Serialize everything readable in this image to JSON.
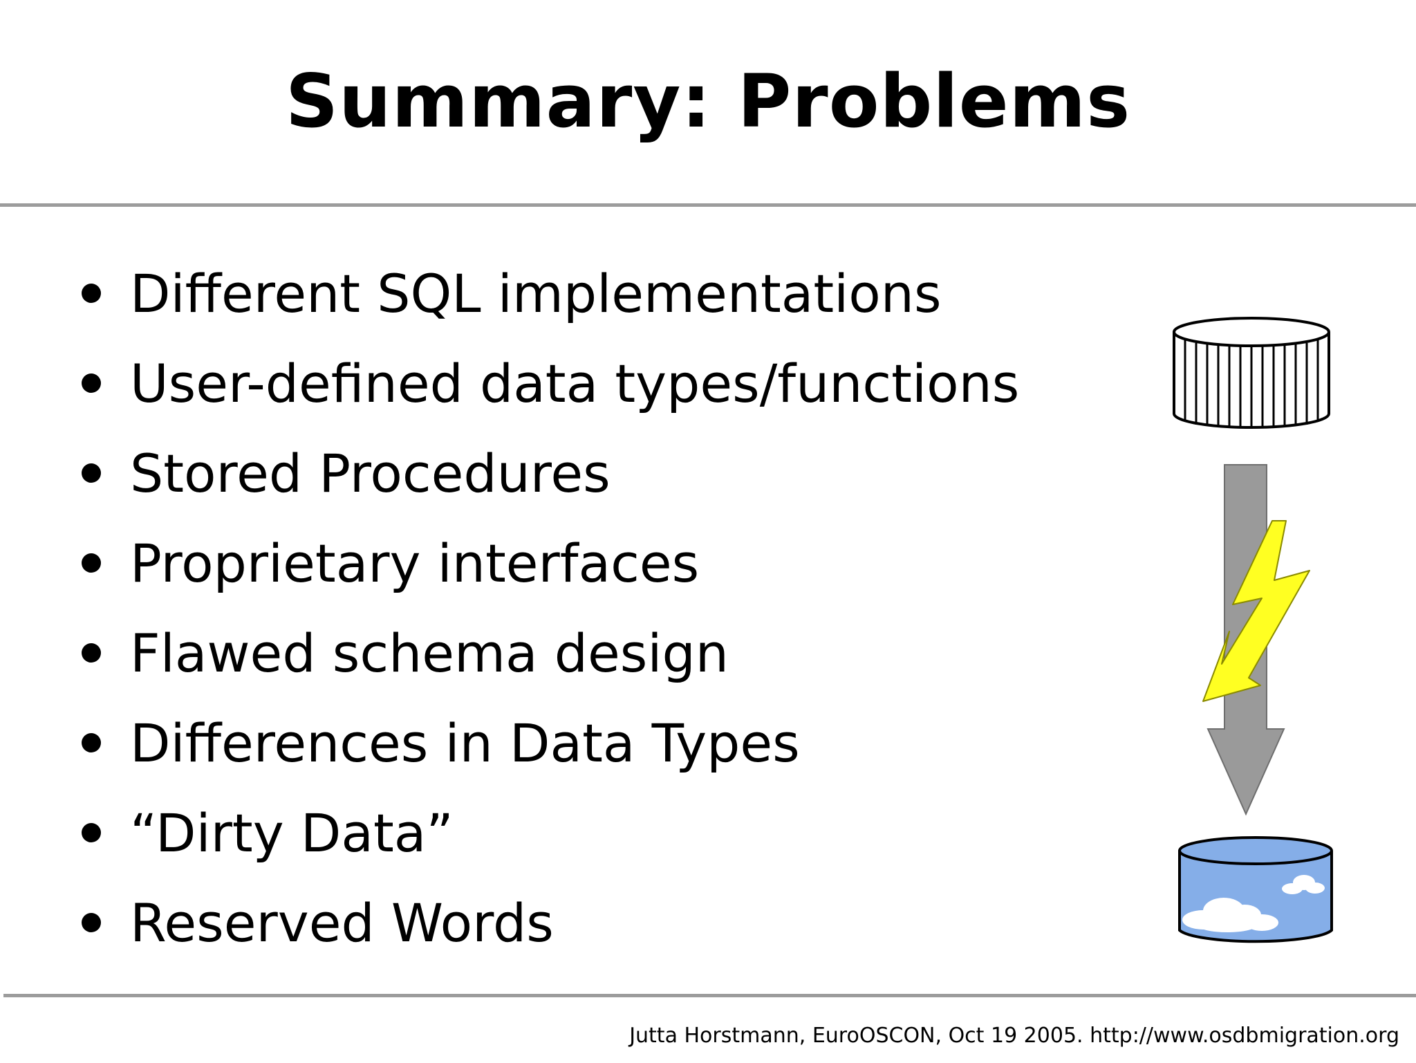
{
  "slide": {
    "title": "Summary: Problems",
    "bullets": [
      "Different SQL implementations",
      "User-defined data types/functions",
      "Stored Procedures",
      "Proprietary interfaces",
      "Flawed schema design",
      "Differences in Data Types",
      "“Dirty Data”",
      "Reserved Words"
    ],
    "footer": "Jutta Horstmann, EuroOSCON, Oct 19 2005. http://www.osdbmigration.org"
  },
  "illustration": {
    "icons": [
      "striped-database-icon",
      "down-arrow-icon",
      "lightning-bolt-icon",
      "sky-database-icon"
    ],
    "colors": {
      "arrow": "#9a9a9a",
      "lightning": "#ffff22",
      "sky": "#85aee8",
      "cloud": "#ffffff",
      "outline": "#000000",
      "rule": "#9c9c9c"
    }
  }
}
